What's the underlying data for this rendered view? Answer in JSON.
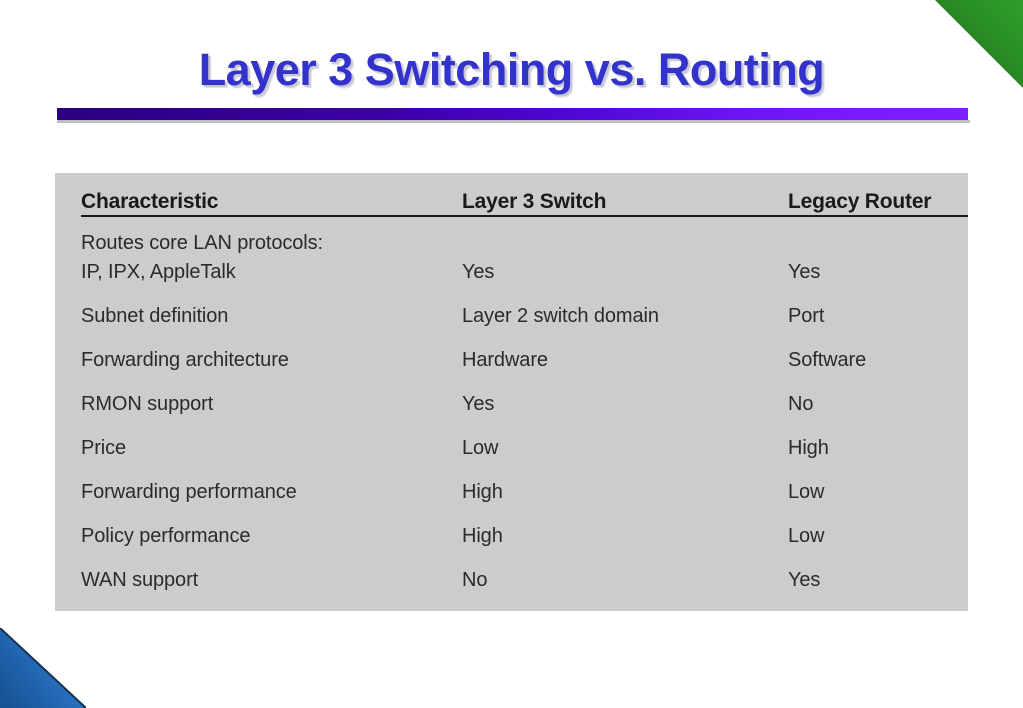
{
  "slide": {
    "title": "Layer 3 Switching vs. Routing",
    "background_color": "#ffffff",
    "title_color": "#3333cc",
    "rule_gradient_from": "#2b0080",
    "rule_gradient_to": "#7a1aff",
    "panel_color": "#cccccc"
  },
  "decorations": {
    "top_right_triangle_color": "#2a8f26",
    "bottom_left_triangle_color": "#2b74c2"
  },
  "table": {
    "headers": [
      "Characteristic",
      "Layer 3 Switch",
      "Legacy Router"
    ],
    "rows": [
      {
        "characteristic": "Routes core LAN protocols:",
        "characteristic_line2": "IP, IPX, AppleTalk",
        "layer3_switch": "Yes",
        "legacy_router": "Yes"
      },
      {
        "characteristic": "Subnet definition",
        "layer3_switch": "Layer 2 switch domain",
        "legacy_router": "Port"
      },
      {
        "characteristic": "Forwarding architecture",
        "layer3_switch": "Hardware",
        "legacy_router": "Software"
      },
      {
        "characteristic": "RMON support",
        "layer3_switch": "Yes",
        "legacy_router": "No"
      },
      {
        "characteristic": "Price",
        "layer3_switch": "Low",
        "legacy_router": "High"
      },
      {
        "characteristic": "Forwarding performance",
        "layer3_switch": "High",
        "legacy_router": "Low"
      },
      {
        "characteristic": "Policy performance",
        "layer3_switch": "High",
        "legacy_router": "Low"
      },
      {
        "characteristic": "WAN support",
        "layer3_switch": "No",
        "legacy_router": "Yes"
      }
    ]
  }
}
